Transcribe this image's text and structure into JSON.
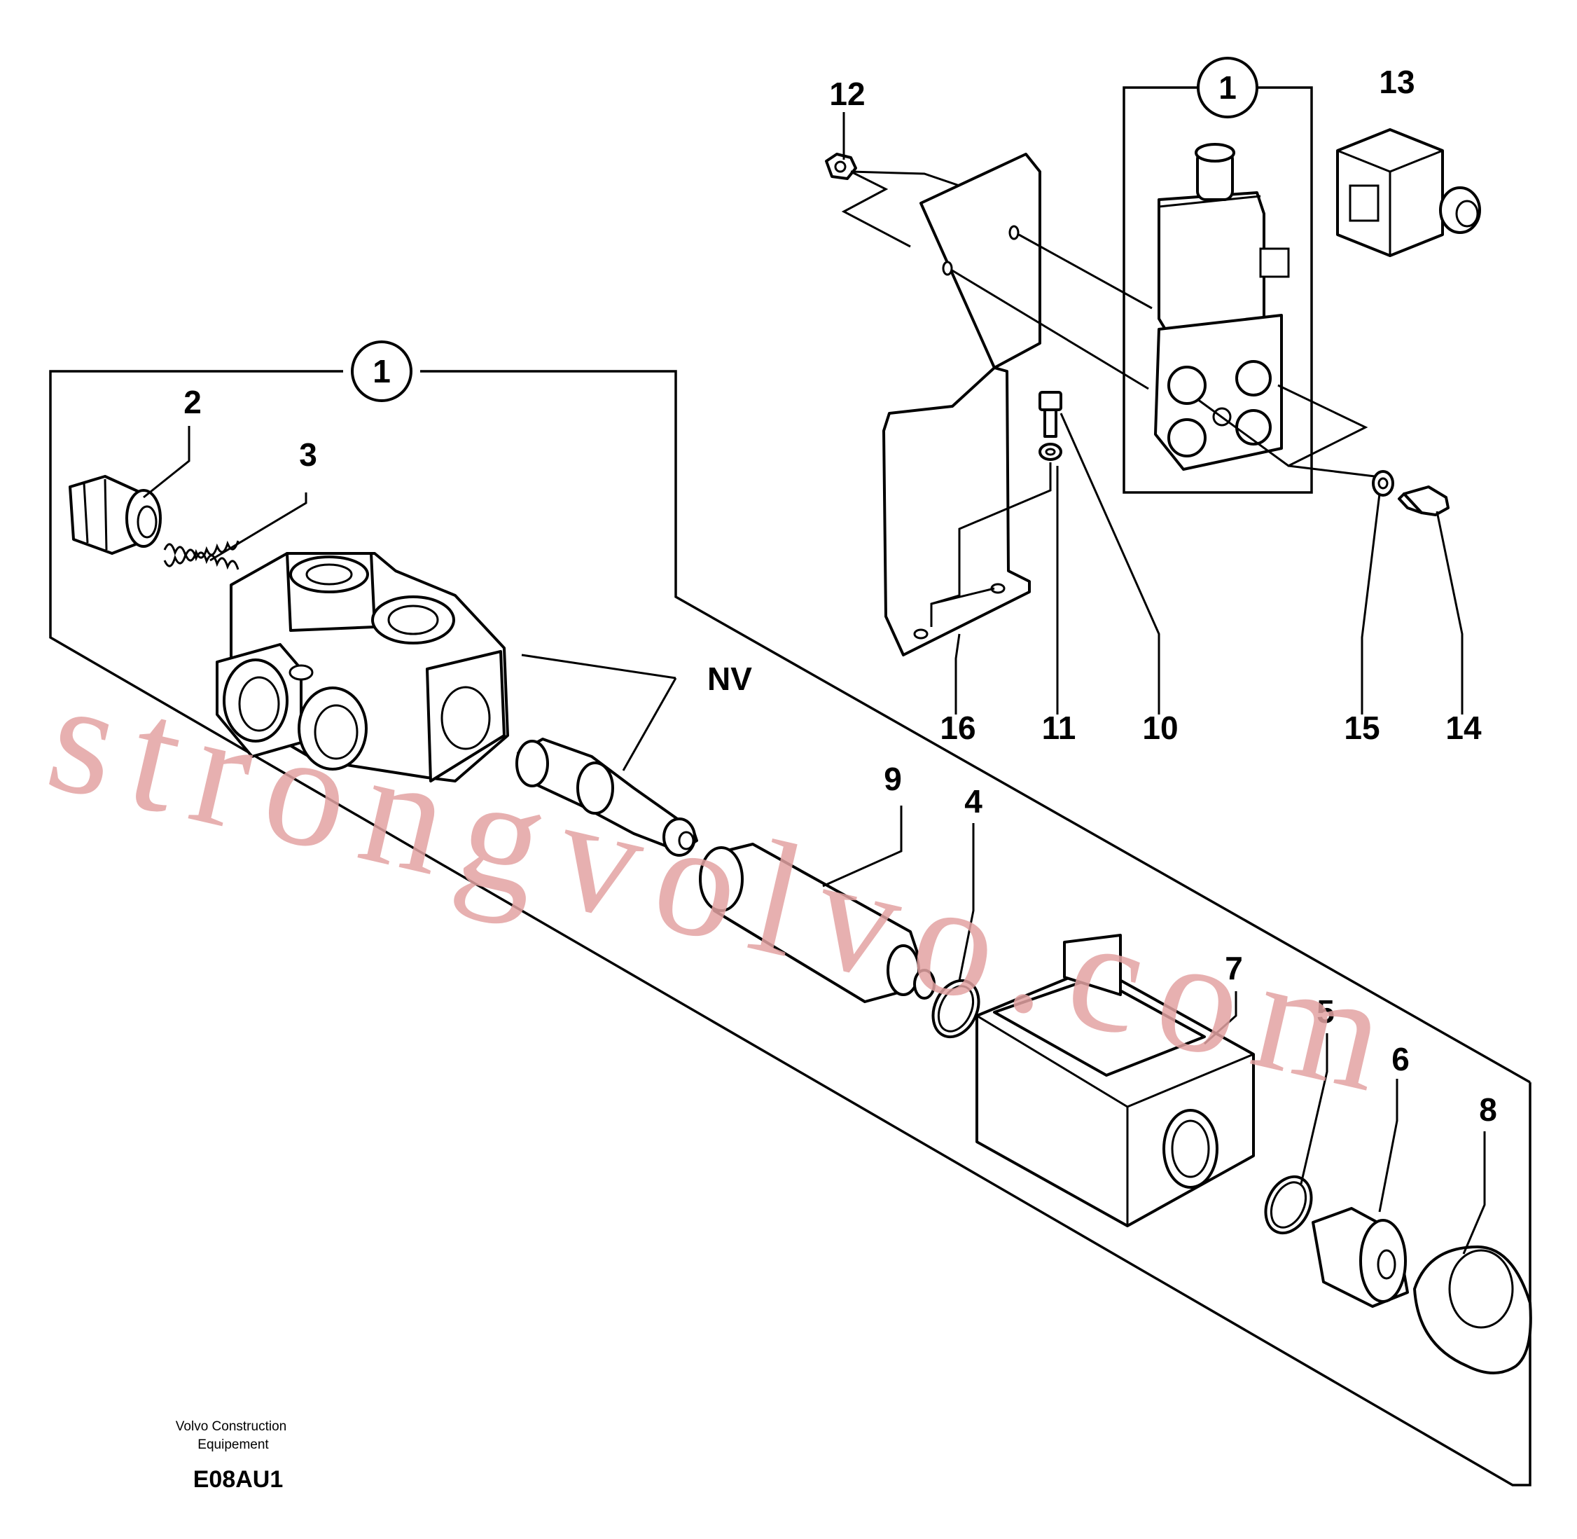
{
  "callouts": {
    "c1_top": "1",
    "c1_left": "1",
    "c2": "2",
    "c3": "3",
    "c4": "4",
    "c5": "5",
    "c6": "6",
    "c7": "7",
    "c8": "8",
    "c9": "9",
    "c10": "10",
    "c11": "11",
    "c12": "12",
    "c13": "13",
    "c14": "14",
    "c15": "15",
    "c16": "16",
    "nv": "NV"
  },
  "watermark": "strongvolvo.com",
  "footer": {
    "line1": "Volvo Construction",
    "line2": "Equipement",
    "code": "E08AU1"
  }
}
